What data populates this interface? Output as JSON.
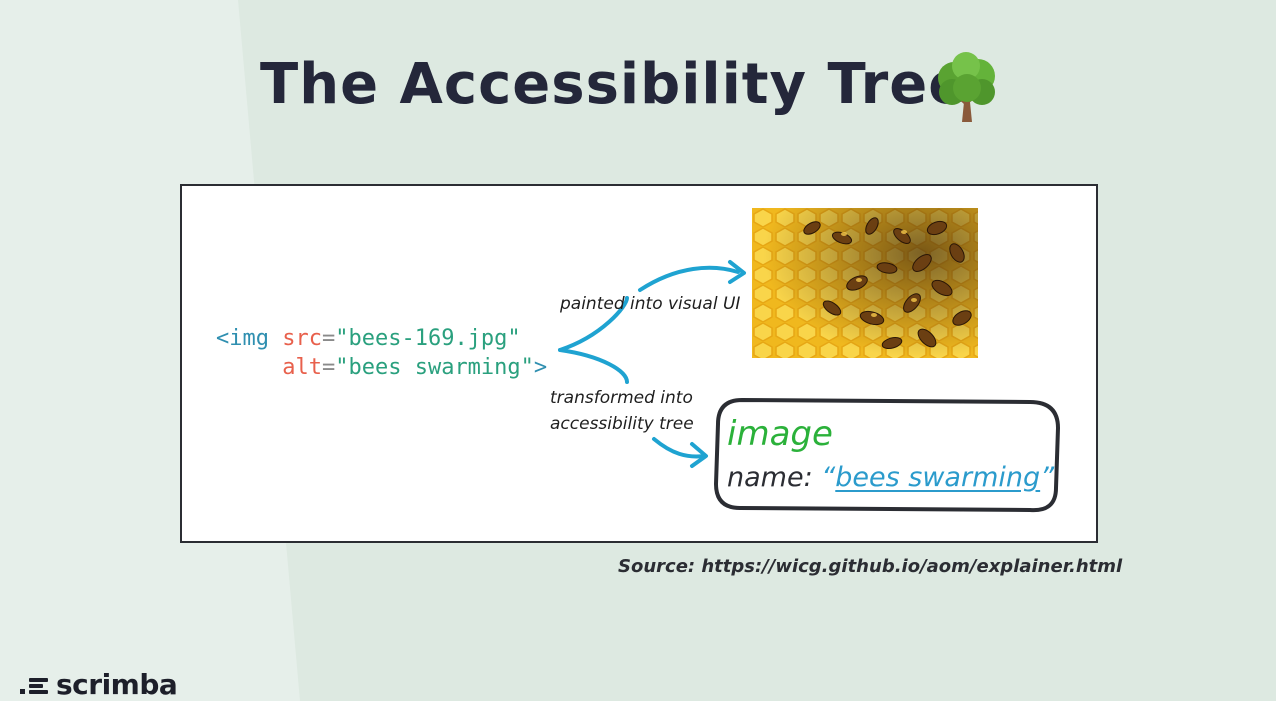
{
  "slide": {
    "title": "The Accessibility Tree",
    "title_emoji_icon": "tree-emoji-icon",
    "source": "Source: https://wicg.github.io/aom/explainer.html"
  },
  "diagram": {
    "code": {
      "tag_open": "<img",
      "attr1": "src",
      "val1": "\"bees-169.jpg\"",
      "attr2": "alt",
      "val2": "\"bees swarming\"",
      "tag_close": ">"
    },
    "label_painted": "painted into visual UI",
    "label_transformed_1": "transformed into",
    "label_transformed_2": "accessibility tree",
    "image_alt": "bees swarming",
    "ax_node": {
      "role": "image",
      "name_label": "name:",
      "open_quote": "“",
      "name_value": "bees swarming",
      "close_quote": "”"
    }
  },
  "branding": {
    "logo_text": "scrimba"
  },
  "colors": {
    "background": "#dde9e1",
    "code_tag": "#2f8fb0",
    "code_attr": "#e8604c",
    "code_string": "#2aa07e",
    "role_green": "#2bb13a",
    "arrow_blue": "#1fa3d1"
  }
}
